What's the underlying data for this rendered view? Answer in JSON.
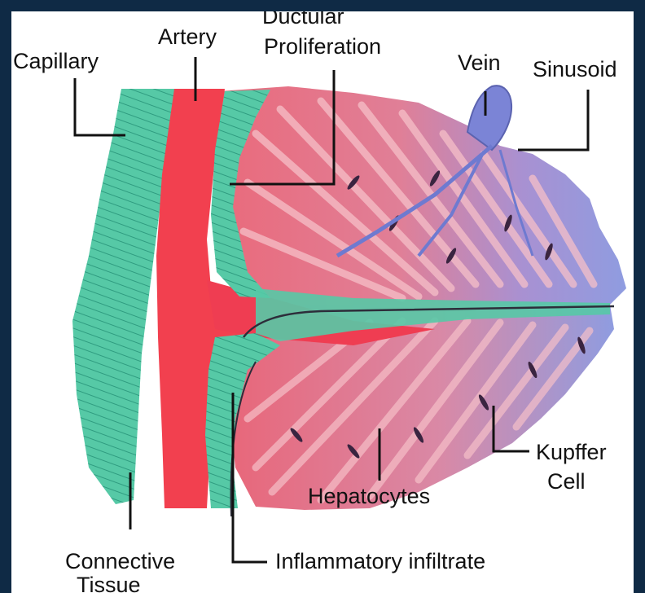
{
  "diagram": {
    "labels": {
      "capillary": "Capillary",
      "artery": "Artery",
      "ductular_line1": "Ductular",
      "ductular_line2": "Proliferation",
      "vein": "Vein",
      "sinusoid": "Sinusoid",
      "kupffer_line1": "Kupffer",
      "kupffer_line2": "Cell",
      "hepatocytes": "Hepatocytes",
      "connective_line1": "Connective",
      "connective_line2": "Tissue",
      "inflammatory": "Inflammatory infiltrate"
    },
    "colors": {
      "background_frame": "#0f2a45",
      "connective_tissue": "#56c9a6",
      "artery": "#f2404f",
      "hepatocytes": "#e9707f",
      "vein": "#8c98dd",
      "leader_lines": "#111111"
    }
  }
}
